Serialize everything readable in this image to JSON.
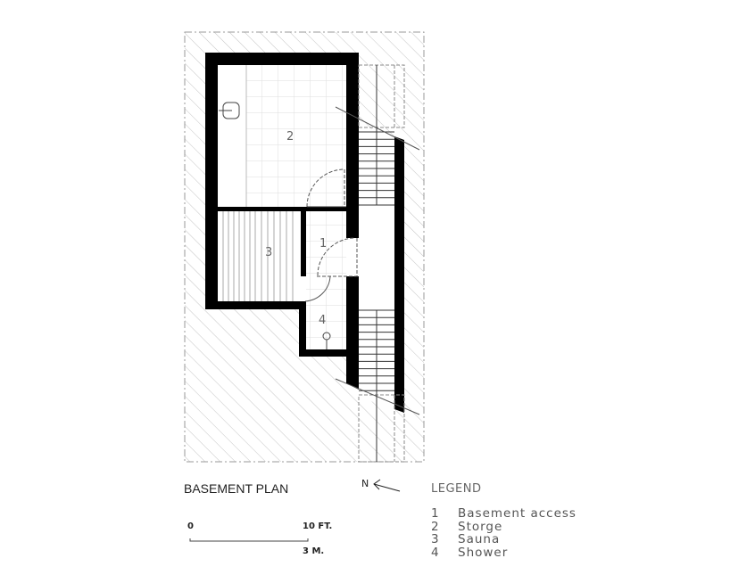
{
  "title": "BASEMENT PLAN",
  "north_label": "N",
  "legend": {
    "title": "LEGEND",
    "items": [
      {
        "num": "1",
        "label": "Basement access"
      },
      {
        "num": "2",
        "label": "Storge"
      },
      {
        "num": "3",
        "label": "Sauna"
      },
      {
        "num": "4",
        "label": "Shower"
      }
    ]
  },
  "scale": {
    "start": "0",
    "end_ft": "10 FT.",
    "end_m": "3 M."
  },
  "rooms": {
    "r1": "1",
    "r2": "2",
    "r3": "3",
    "r4": "4"
  },
  "colors": {
    "wall": "#000000",
    "hatch": "#c8c8c8",
    "grid": "#d8d8d8"
  }
}
